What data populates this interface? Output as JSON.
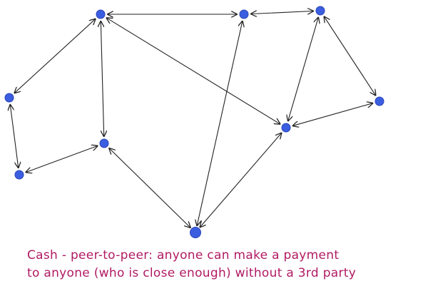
{
  "diagram": {
    "colors": {
      "node_fill": "#3b5ee0",
      "node_stroke": "#2a44b8",
      "edge": "#222222",
      "caption": "#b01a63"
    },
    "nodes": [
      {
        "id": "n1",
        "name": "top-left-hub"
      },
      {
        "id": "n2",
        "name": "top-center"
      },
      {
        "id": "n3",
        "name": "top-right"
      },
      {
        "id": "n4",
        "name": "far-left"
      },
      {
        "id": "n5",
        "name": "bottom-left"
      },
      {
        "id": "n6",
        "name": "center-left"
      },
      {
        "id": "n7",
        "name": "bottom-center"
      },
      {
        "id": "n8",
        "name": "center-right"
      },
      {
        "id": "n9",
        "name": "far-right"
      }
    ],
    "edges": [
      {
        "from": "n1",
        "to": "n2"
      },
      {
        "from": "n2",
        "to": "n3"
      },
      {
        "from": "n1",
        "to": "n4"
      },
      {
        "from": "n4",
        "to": "n5"
      },
      {
        "from": "n5",
        "to": "n6"
      },
      {
        "from": "n1",
        "to": "n6"
      },
      {
        "from": "n6",
        "to": "n7"
      },
      {
        "from": "n7",
        "to": "n2"
      },
      {
        "from": "n7",
        "to": "n8"
      },
      {
        "from": "n1",
        "to": "n8"
      },
      {
        "from": "n8",
        "to": "n3"
      },
      {
        "from": "n3",
        "to": "n9"
      },
      {
        "from": "n8",
        "to": "n9"
      }
    ]
  },
  "caption": {
    "line1": "Cash - peer-to-peer: anyone can make a payment",
    "line2": "to anyone (who is close enough) without a 3rd party"
  }
}
